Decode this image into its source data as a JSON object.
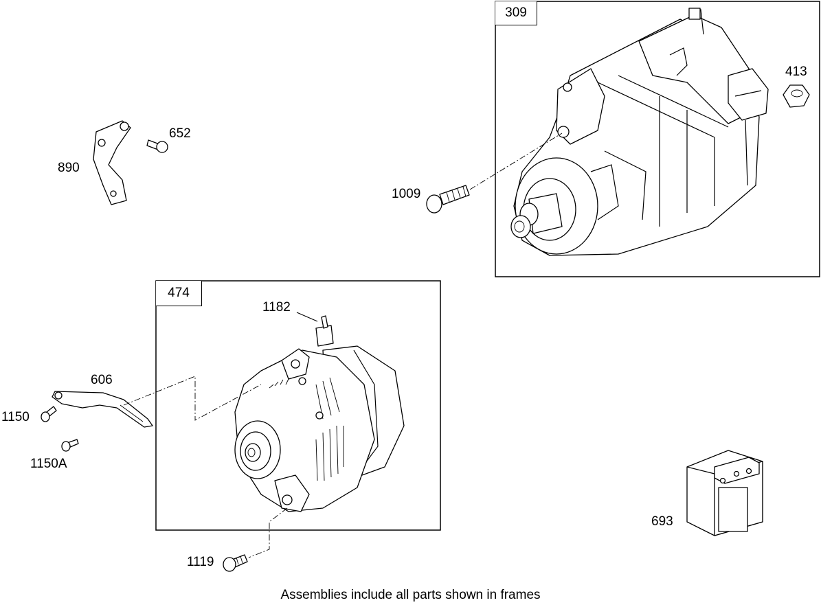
{
  "frames": {
    "starter": {
      "label": "309"
    },
    "alternator": {
      "label": "474"
    }
  },
  "parts": {
    "p413": "413",
    "p1009": "1009",
    "p652": "652",
    "p890": "890",
    "p1182": "1182",
    "p606": "606",
    "p1150": "1150",
    "p1150a": "1150A",
    "p1119": "1119",
    "p693": "693"
  },
  "footer": "Assemblies include all parts shown in frames"
}
